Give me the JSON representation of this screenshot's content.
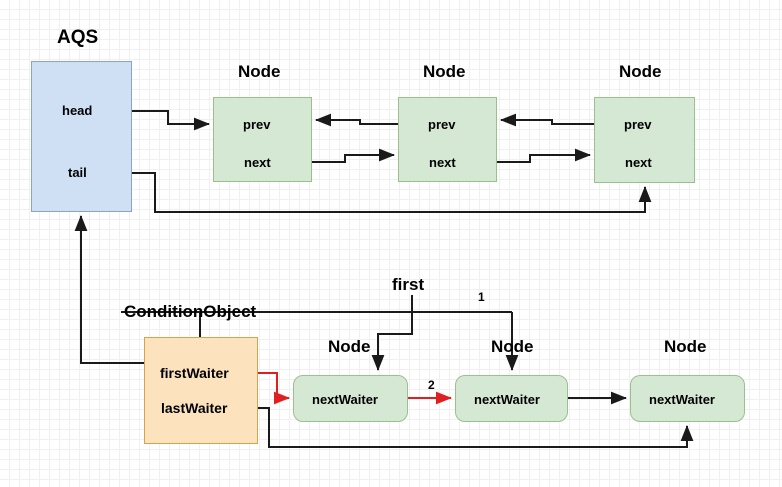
{
  "diagram": {
    "title_aqs": "AQS",
    "title_condition": "ConditionObject",
    "aqs": {
      "fields": [
        "head",
        "tail"
      ]
    },
    "condition_object": {
      "fields": [
        "firstWaiter",
        "lastWaiter"
      ]
    },
    "top_nodes": [
      {
        "title": "Node",
        "fields": [
          "prev",
          "next"
        ]
      },
      {
        "title": "Node",
        "fields": [
          "prev",
          "next"
        ]
      },
      {
        "title": "Node",
        "fields": [
          "prev",
          "next"
        ]
      }
    ],
    "waiter_nodes": [
      {
        "title": "Node",
        "field": "nextWaiter"
      },
      {
        "title": "Node",
        "field": "nextWaiter"
      },
      {
        "title": "Node",
        "field": "nextWaiter"
      }
    ],
    "annotations": {
      "first": "first",
      "step_one": "1",
      "step_two": "2"
    },
    "colors": {
      "aqs_fill": "#cfe0f5",
      "aqs_stroke": "#8aa4c8",
      "node_fill": "#d5e8d4",
      "node_stroke": "#9ac18c",
      "condition_fill": "#fde3bd",
      "condition_stroke": "#d7a34a",
      "arrow_black": "#1a1a1a",
      "arrow_red": "#e02020",
      "grid_minor": "#f0f0f0",
      "grid_major": "#dcdcdc"
    }
  }
}
